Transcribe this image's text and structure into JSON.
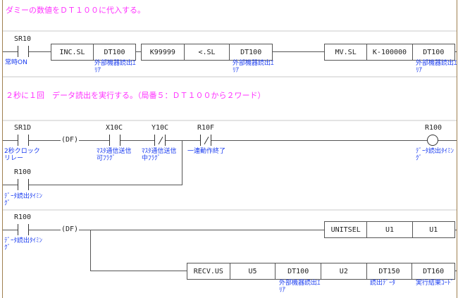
{
  "comments": [
    "ダミーの数値をＤＴ１００に代入する。",
    "２秒に１回　データ読出を実行する。（局番５：ＤＴ１００から２ワード）"
  ],
  "rung1": {
    "contact": {
      "device": "SR10",
      "note": "常時ON"
    },
    "inc": [
      "INC.SL",
      "DT100"
    ],
    "inc_note": "外部機器読出ｴﾘｱ",
    "cmp": [
      "K99999",
      "<.SL",
      "DT100"
    ],
    "cmp_note": "外部機器読出ｴﾘｱ",
    "mv": [
      "MV.SL",
      "K-100000",
      "DT100"
    ],
    "mv_note": "外部機器読出ｴﾘｱ"
  },
  "rung2": {
    "c1": {
      "device": "SR1D",
      "note": "2秒クロックリレー"
    },
    "df": "(DF)",
    "c2": {
      "device": "X10C",
      "note": "ﾏｽﾀ通信送信可ﾌﾗｸﾞ"
    },
    "c3": {
      "device": "Y10C",
      "note": "ﾏｽﾀ通信送信中ﾌﾗｸﾞ"
    },
    "c4": {
      "device": "R10F",
      "note": "一連動作終了"
    },
    "coil": {
      "device": "R100",
      "note": "ﾃﾞｰﾀ読出ﾀｲﾐﾝｸﾞ"
    },
    "branch": {
      "device": "R100",
      "note": "ﾃﾞｰﾀ読出ﾀｲﾐﾝｸﾞ"
    }
  },
  "rung3": {
    "c1": {
      "device": "R100",
      "note": "ﾃﾞｰﾀ読出ﾀｲﾐﾝｸﾞ"
    },
    "df": "(DF)",
    "unitsel": [
      "UNITSEL",
      "U1",
      "U1"
    ],
    "recv": [
      "RECV.US",
      "U5",
      "DT100",
      "U2",
      "DT150",
      "DT160"
    ],
    "recv_notes": [
      "外部機器読出ｴﾘｱ",
      "読出ﾃﾞｰﾀ",
      "実行結果ｺｰﾄﾞ"
    ]
  }
}
